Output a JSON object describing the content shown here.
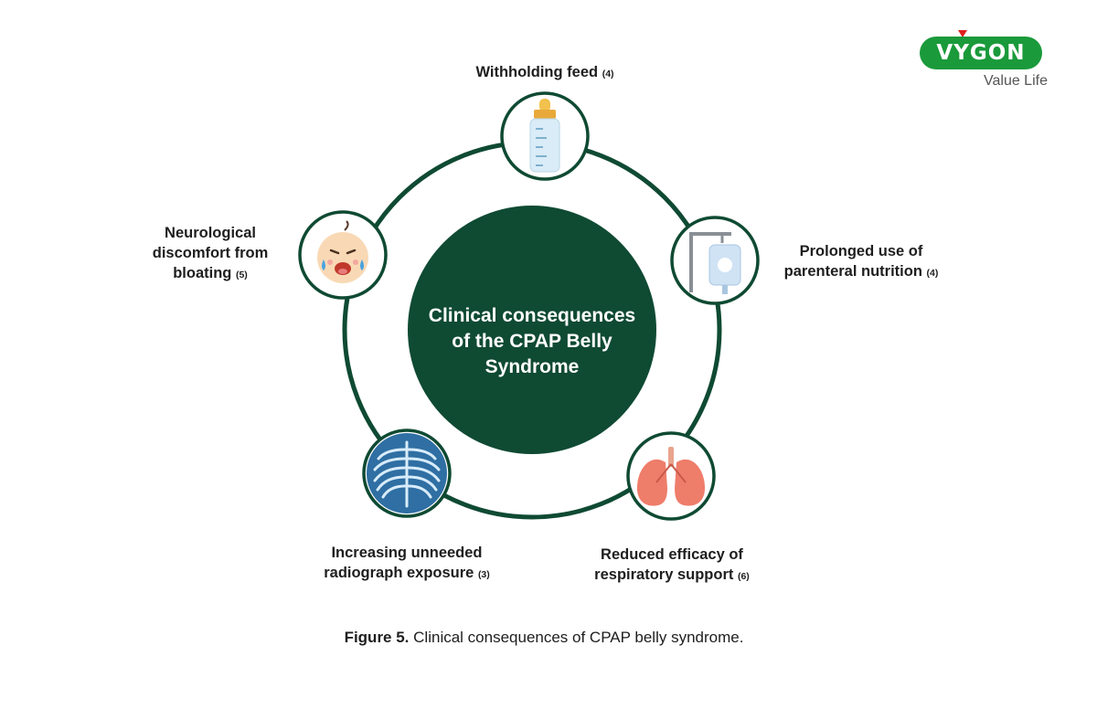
{
  "logo": {
    "brand": "VYGON",
    "tagline": "Value Life"
  },
  "center": {
    "title": "Clinical consequences of the CPAP Belly Syndrome"
  },
  "nodes": {
    "withholding_feed": {
      "text": "Withholding feed",
      "ref": "(4)",
      "icon": "baby-bottle-icon"
    },
    "parenteral_nutrition": {
      "line1": "Prolonged use of",
      "line2": "parenteral nutrition",
      "ref": "(4)",
      "icon": "iv-bag-icon"
    },
    "respiratory_support": {
      "line1": "Reduced efficacy of",
      "line2": "respiratory support",
      "ref": "(6)",
      "icon": "lungs-icon"
    },
    "radiograph_exposure": {
      "line1": "Increasing unneeded",
      "line2": "radiograph exposure",
      "ref": "(3)",
      "icon": "xray-ribcage-icon"
    },
    "neurological_discomfort": {
      "line1": "Neurological",
      "line2": "discomfort from",
      "line3": "bloating",
      "ref": "(5)",
      "icon": "crying-baby-icon"
    }
  },
  "caption": {
    "label": "Figure 5.",
    "text": "Clinical consequences of CPAP belly syndrome."
  },
  "colors": {
    "dark_green": "#0f4a33",
    "brand_green": "#1a9a3a",
    "logo_red": "#e0201e"
  }
}
